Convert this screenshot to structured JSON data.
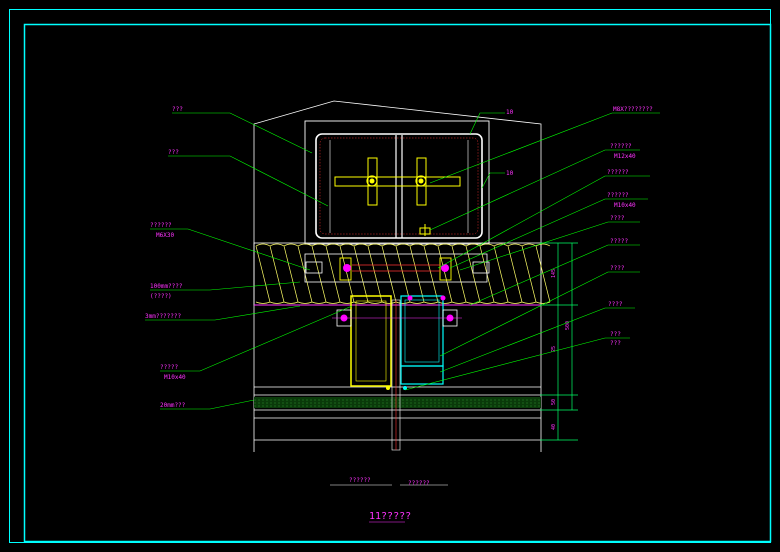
{
  "drawing": {
    "title": "11?????",
    "bottom_left_label": "??????",
    "bottom_right_label": "??????",
    "detail_no_top": "10",
    "detail_no_mid": "10"
  },
  "left_labels": [
    {
      "id": "l1",
      "lines": [
        "???"
      ]
    },
    {
      "id": "l2",
      "lines": [
        "???"
      ]
    },
    {
      "id": "l3",
      "lines": [
        "??????",
        "M6X30"
      ]
    },
    {
      "id": "l4",
      "lines": [
        "100mm????",
        "(????)"
      ]
    },
    {
      "id": "l5",
      "lines": [
        "3mm???????"
      ]
    },
    {
      "id": "l6",
      "lines": [
        "?????",
        "M10x40"
      ]
    },
    {
      "id": "l7",
      "lines": [
        "20mm???"
      ]
    }
  ],
  "right_labels": [
    {
      "id": "r1",
      "lines": [
        "M8X????????"
      ]
    },
    {
      "id": "r2",
      "lines": [
        "??????",
        "M12x40"
      ]
    },
    {
      "id": "r3",
      "lines": [
        "??????"
      ]
    },
    {
      "id": "r4",
      "lines": [
        "??????",
        "M10x40"
      ]
    },
    {
      "id": "r5",
      "lines": [
        "????"
      ]
    },
    {
      "id": "r6",
      "lines": [
        "?????"
      ]
    },
    {
      "id": "r7",
      "lines": [
        "????"
      ]
    },
    {
      "id": "r8",
      "lines": [
        "????"
      ]
    },
    {
      "id": "r9",
      "lines": [
        "???",
        "???"
      ]
    }
  ],
  "dimensions": [
    "145",
    "500",
    "25",
    "50",
    "40"
  ],
  "colors": {
    "frame": "#00ffff",
    "label": "#ff33ff",
    "leader": "#00ff00",
    "outline": "#ffffff",
    "mullion": "#ffff00",
    "insulation": "#ffff66",
    "glass": "#00ffff",
    "dimension": "#00ff66",
    "bolt": "#ff00ff",
    "steel": "#ff3333"
  }
}
